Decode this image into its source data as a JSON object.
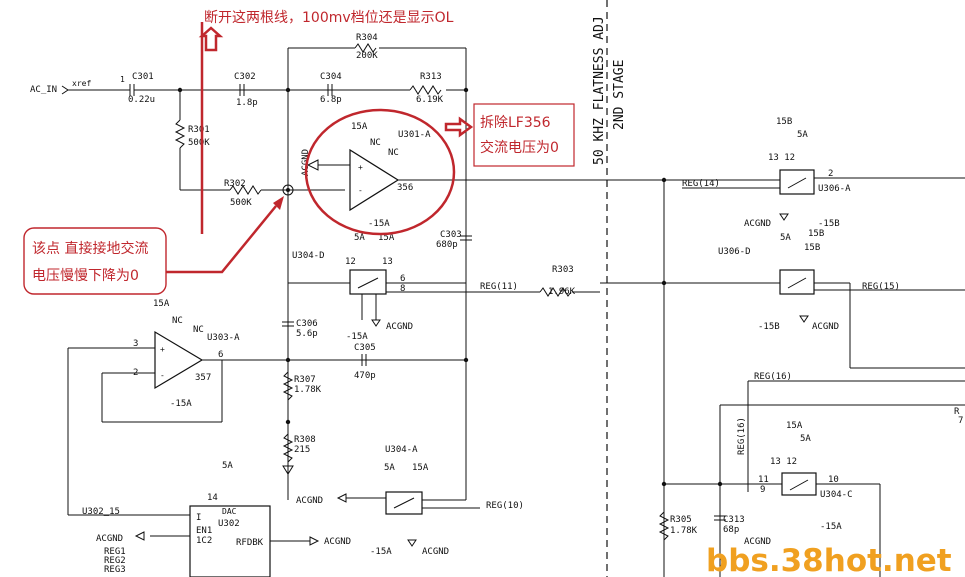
{
  "title": {
    "line1": "50 KHZ FLATNESS ADJ",
    "line2": "2ND STAGE"
  },
  "annotations": {
    "top": "断开这两根线，100mv档位还是显示OL",
    "right_line1": "拆除LF356",
    "right_line2": "交流电压为0",
    "left_line1": "该点 直接接地交流",
    "left_line2": "电压慢慢下降为0"
  },
  "labels": {
    "ac_in": "AC_IN",
    "xref": "xref",
    "acgnd": "ACGND",
    "nc": "NC",
    "sa": "5A",
    "v15a_pos": "15A",
    "v15a_neg": "-15A",
    "v15b_pos": "15B",
    "v15b_neg": "-15B",
    "reg10": "REG(10)",
    "reg11": "REG(11)",
    "reg14": "REG(14)",
    "reg15": "REG(15)",
    "reg16": "REG(16)",
    "reg1": "REG1",
    "reg2": "REG2",
    "reg3": "REG3",
    "r_frag": "R",
    "r_frag2": "7"
  },
  "parts": {
    "pin1": "1",
    "c301": {
      "name": "C301",
      "value": "0.22u"
    },
    "c302": {
      "name": "C302",
      "value": "1.8p"
    },
    "c303": {
      "name": "C303",
      "value": "680p"
    },
    "c304": {
      "name": "C304",
      "value": "6.8p"
    },
    "c305": {
      "name": "C305",
      "value": "470p"
    },
    "c306": {
      "name": "C306",
      "value": "5.6p"
    },
    "c313": {
      "name": "C313",
      "value": "68p"
    },
    "r301": {
      "name": "R301",
      "value": "500K"
    },
    "r302": {
      "name": "R302",
      "value": "500K"
    },
    "r303": {
      "name": "R303",
      "value": "1.96K"
    },
    "r304": {
      "name": "R304",
      "value": "200K"
    },
    "r305": {
      "name": "R305",
      "value": "1.78K"
    },
    "r307": {
      "name": "R307",
      "value": "1.78K"
    },
    "r308": {
      "name": "R308",
      "value": "215"
    },
    "r313": {
      "name": "R313",
      "value": "6.19K"
    },
    "u301": {
      "name": "U301-A",
      "type": "356"
    },
    "u303": {
      "name": "U303-A",
      "type": "357",
      "p2": "2",
      "p3": "3",
      "p6": "6"
    },
    "u304d": {
      "name": "U304-D",
      "p12": "12",
      "p13": "13",
      "p6": "6",
      "p8": "8"
    },
    "u304a": {
      "name": "U304-A"
    },
    "u304c": {
      "name": "U304-C",
      "pins": "13 12",
      "p9": "9",
      "p10": "10",
      "p11": "11"
    },
    "u306a": {
      "name": "U306-A",
      "pins": "13 12",
      "p2": "2"
    },
    "u306d": {
      "name": "U306-D"
    },
    "u302": {
      "name": "U302",
      "dac": "DAC",
      "rfdbk": "RFDBK",
      "label15": "U302_15",
      "p14": "14",
      "pi": "I",
      "en1": "EN1",
      "ic2": "1C2"
    }
  },
  "watermark": "bbs.38hot.net"
}
